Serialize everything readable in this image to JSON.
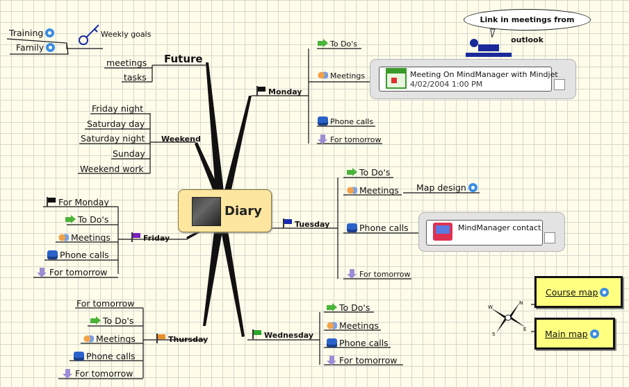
{
  "central_topic": "Diary",
  "callout": "Link in meetings from outlook",
  "future": {
    "label": "Future",
    "items": [
      "meetings",
      "tasks"
    ],
    "weekly_goals": "Weekly goals",
    "goals": [
      "Training",
      "Family"
    ]
  },
  "weekend": {
    "label": "Weekend",
    "items": [
      "Friday night",
      "Saturday day",
      "Saturday night",
      "Sunday",
      "Weekend work"
    ]
  },
  "friday": {
    "label": "Friday",
    "items": [
      "For Monday",
      "To Do's",
      "Meetings",
      "Phone calls",
      "For tomorrow"
    ]
  },
  "thursday": {
    "label": "Thursday",
    "items": [
      "For tomorrow",
      "To Do's",
      "Meetings",
      "Phone calls",
      "For tomorrow"
    ]
  },
  "monday": {
    "label": "Monday",
    "items": [
      "To Do's",
      "Meetings",
      "Phone calls",
      "For tomorrow"
    ],
    "meeting_card": {
      "title": "Meeting On MindManager with Mindjet",
      "date": "4/02/2004 1:00 PM"
    }
  },
  "tuesday": {
    "label": "Tuesday",
    "items": [
      "To Do's",
      "Meetings",
      "Phone calls",
      "For tomorrow"
    ],
    "map_design": "Map design",
    "contact_card": {
      "title": "MindManager contact"
    }
  },
  "wednesday": {
    "label": "Wednesday",
    "items": [
      "To Do's",
      "Meetings",
      "Phone calls",
      "For tomorrow"
    ]
  },
  "links": {
    "course_map": "Course map",
    "main_map": "Main map"
  },
  "compass": {
    "n": "N",
    "s": "S",
    "e": "E",
    "w": "W"
  },
  "colors": {
    "background": "#fffcea",
    "central": "#fde6a0",
    "link_box": "#ffff80",
    "grid": "#d4d8cc"
  }
}
